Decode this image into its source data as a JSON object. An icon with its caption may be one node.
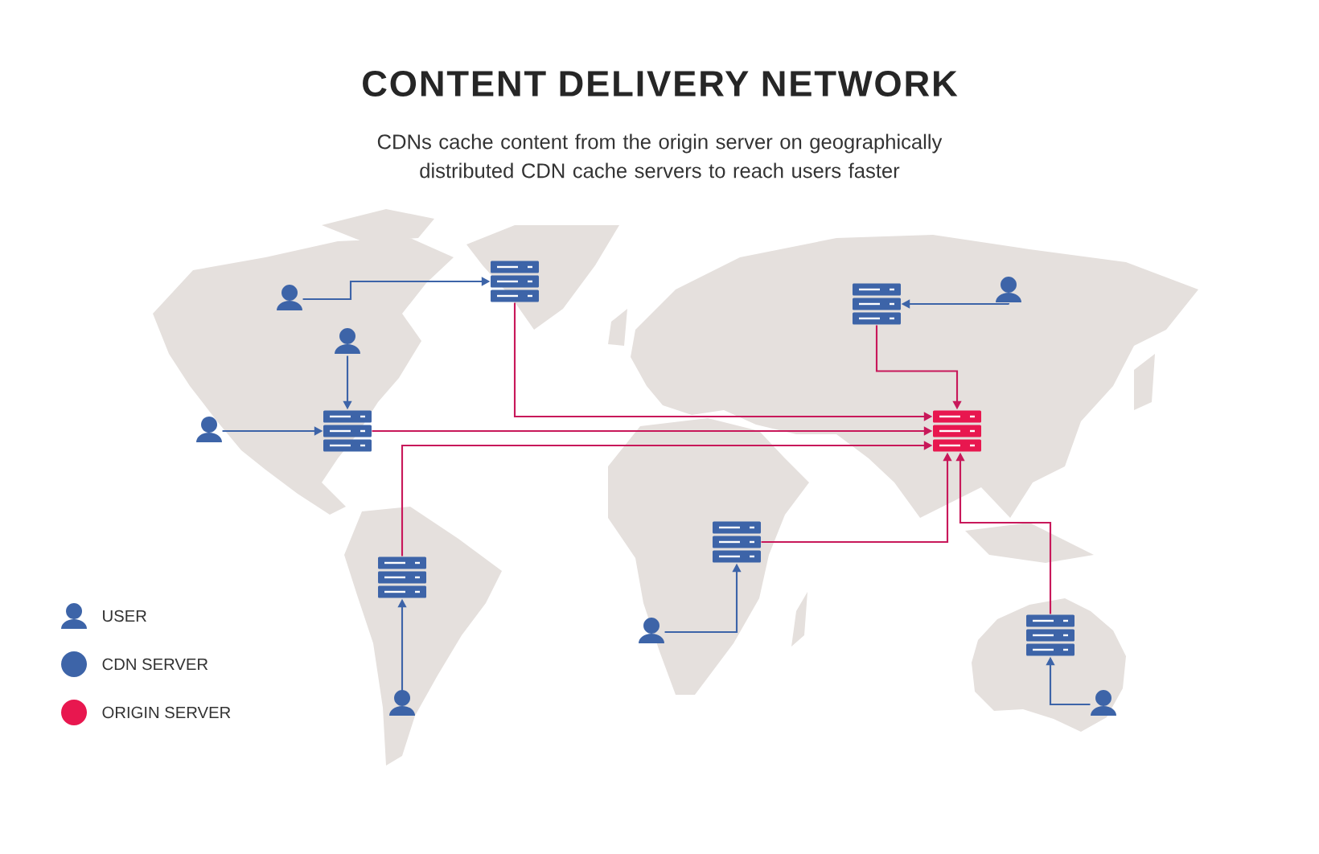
{
  "diagram": {
    "title": "CONTENT DELIVERY NETWORK",
    "caption": "CDNs cache content from the origin server on geographically distributed CDN cache servers to reach users faster",
    "nodes": [
      {
        "text": [],
        "shape": "person"
      },
      {
        "text": [],
        "shape": "server"
      },
      {
        "text": [],
        "shape": "person"
      },
      {
        "text": [],
        "shape": "server"
      },
      {
        "text": [],
        "shape": "person"
      },
      {
        "text": [],
        "shape": "server"
      },
      {
        "text": [],
        "shape": "server"
      },
      {
        "text": [],
        "shape": "person"
      },
      {
        "text": [],
        "shape": "server"
      },
      {
        "text": [],
        "shape": "server"
      },
      {
        "text": [],
        "shape": "server"
      },
      {
        "text": [],
        "shape": "person"
      },
      {
        "text": [],
        "shape": "person"
      },
      {
        "text": [],
        "shape": "person"
      }
    ],
    "edges": [
      {
        "from": 0,
        "to": 1,
        "arrow": "to"
      },
      {
        "from": 4,
        "to": 6,
        "arrow": "to"
      },
      {
        "from": 7,
        "to": 6,
        "arrow": "to"
      },
      {
        "from": 2,
        "to": 3,
        "arrow": "to"
      },
      {
        "from": 12,
        "to": 9,
        "arrow": "to"
      },
      {
        "from": 11,
        "to": 8,
        "arrow": "to"
      },
      {
        "from": 13,
        "to": 10,
        "arrow": "to"
      },
      {
        "from": 1,
        "to": 5,
        "arrow": "to",
        "color": "#c8185a"
      },
      {
        "from": 6,
        "to": 5,
        "arrow": "to",
        "color": "#c8185a"
      },
      {
        "from": 9,
        "to": 5,
        "arrow": "to",
        "color": "#c8185a"
      },
      {
        "from": 3,
        "to": 5,
        "arrow": "to",
        "color": "#c8185a"
      },
      {
        "from": 8,
        "to": 5,
        "arrow": "to",
        "color": "#c8185a"
      },
      {
        "from": 10,
        "to": 5,
        "arrow": "to",
        "color": "#c8185a"
      }
    ],
    "legend": [
      {
        "text": "USER"
      },
      {
        "text": "CDN SERVER",
        "color": "#3d64a8"
      },
      {
        "text": "ORIGIN SERVER",
        "color": "#e8174f"
      }
    ]
  }
}
